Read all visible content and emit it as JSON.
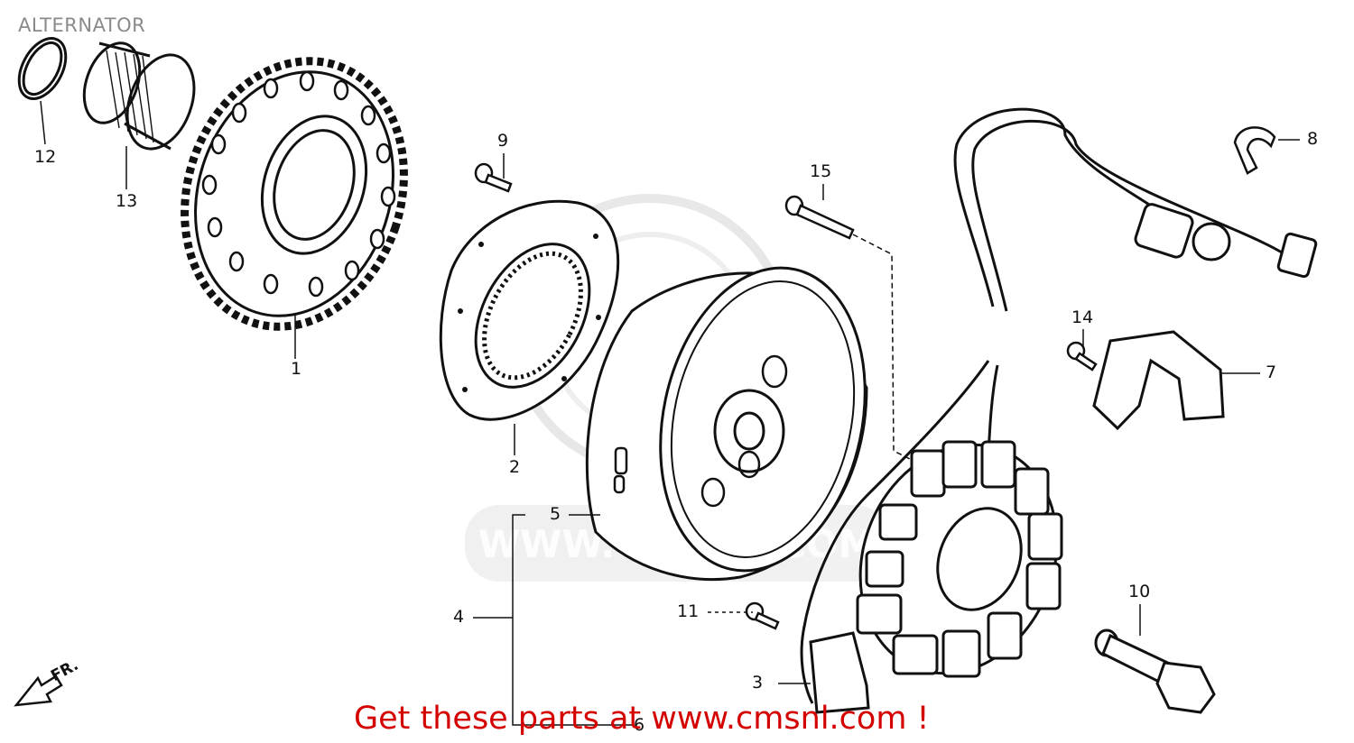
{
  "header": {
    "title": "ALTERNATOR"
  },
  "orientation": {
    "label": "FR."
  },
  "callouts": {
    "c1": "1",
    "c2": "2",
    "c3": "3",
    "c4": "4",
    "c5": "5",
    "c6": "6",
    "c7": "7",
    "c8": "8",
    "c9": "9",
    "c10": "10",
    "c11": "11",
    "c12": "12",
    "c13": "13",
    "c14": "14",
    "c15": "15"
  },
  "promo": {
    "text": "Get these parts at www.cmsnl.com !"
  },
  "watermark": {
    "text": "WWW.CMSNL.COM"
  },
  "colors": {
    "promo": "#d40000",
    "line": "#111111",
    "watermark": "#c8c8c8"
  }
}
